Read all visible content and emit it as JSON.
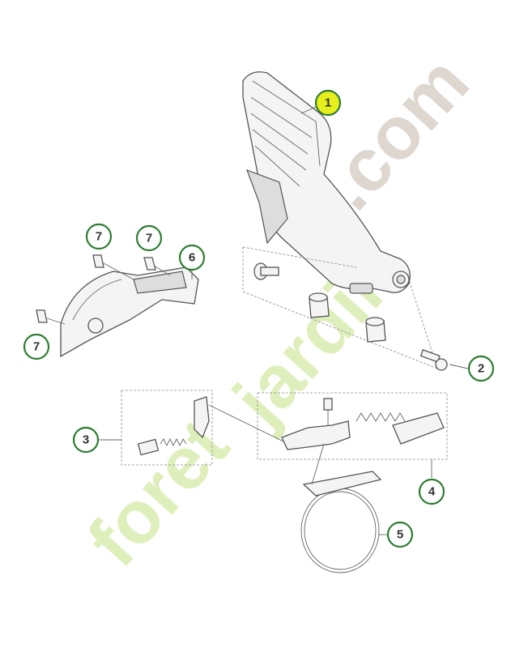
{
  "diagram": {
    "callouts": [
      {
        "label": "1",
        "highlighted": true
      },
      {
        "label": "2",
        "highlighted": false
      },
      {
        "label": "3",
        "highlighted": false
      },
      {
        "label": "4",
        "highlighted": false
      },
      {
        "label": "5",
        "highlighted": false
      },
      {
        "label": "6",
        "highlighted": false
      },
      {
        "label": "7",
        "highlighted": false
      },
      {
        "label": "7",
        "highlighted": false
      },
      {
        "label": "7",
        "highlighted": false
      }
    ],
    "callout_border_color": "#2e7d32",
    "highlight_color": "#e6ef1c"
  },
  "watermark": {
    "text_part1": "foret",
    "text_part2": "jardin",
    "text_part3": ".com",
    "colors": [
      "#d8ecb0",
      "#f7d9a6",
      "#d9d0c8"
    ]
  }
}
